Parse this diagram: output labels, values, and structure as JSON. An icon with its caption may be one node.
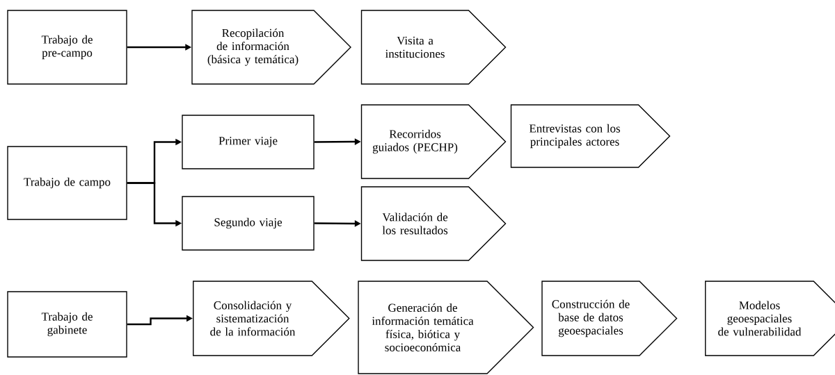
{
  "diagram": {
    "nodes": [
      {
        "text": [
          "Trabajo de pre-campo"
        ]
      },
      {
        "text": [
          "Recopilación de información (básica y temática)"
        ]
      },
      {
        "text": [
          "Visita a instituciones"
        ]
      },
      {
        "text": [
          "Trabajo de campo"
        ]
      },
      {
        "text": [
          "Primer viaje"
        ]
      },
      {
        "text": [
          "Recorridos guiados (PECHP)"
        ]
      },
      {
        "text": [
          "Entrevistas con los principales actores"
        ]
      },
      {
        "text": [
          "Segundo viaje"
        ]
      },
      {
        "text": [
          "Validación de los resultados"
        ]
      },
      {
        "text": [
          "Trabajo de gabinete"
        ]
      },
      {
        "text": [
          "Consolidación y sistematización de la información"
        ]
      },
      {
        "text": [
          "Generación de información temática física, biótica y socioeconómica"
        ]
      },
      {
        "text": [
          "Construcción de base de datos geoespaciales"
        ]
      },
      {
        "text": [
          "Modelos geoespaciales de vulnerabilidad"
        ]
      }
    ],
    "edges": [
      {
        "from": 0,
        "to": 1,
        "arrow": "to"
      },
      {
        "from": 3,
        "to": 4,
        "arrow": "to"
      },
      {
        "from": 3,
        "to": 7,
        "arrow": "to"
      },
      {
        "from": 4,
        "to": 5,
        "arrow": "to"
      },
      {
        "from": 7,
        "to": 8,
        "arrow": "to"
      },
      {
        "from": 9,
        "to": 10,
        "arrow": "to"
      }
    ]
  }
}
